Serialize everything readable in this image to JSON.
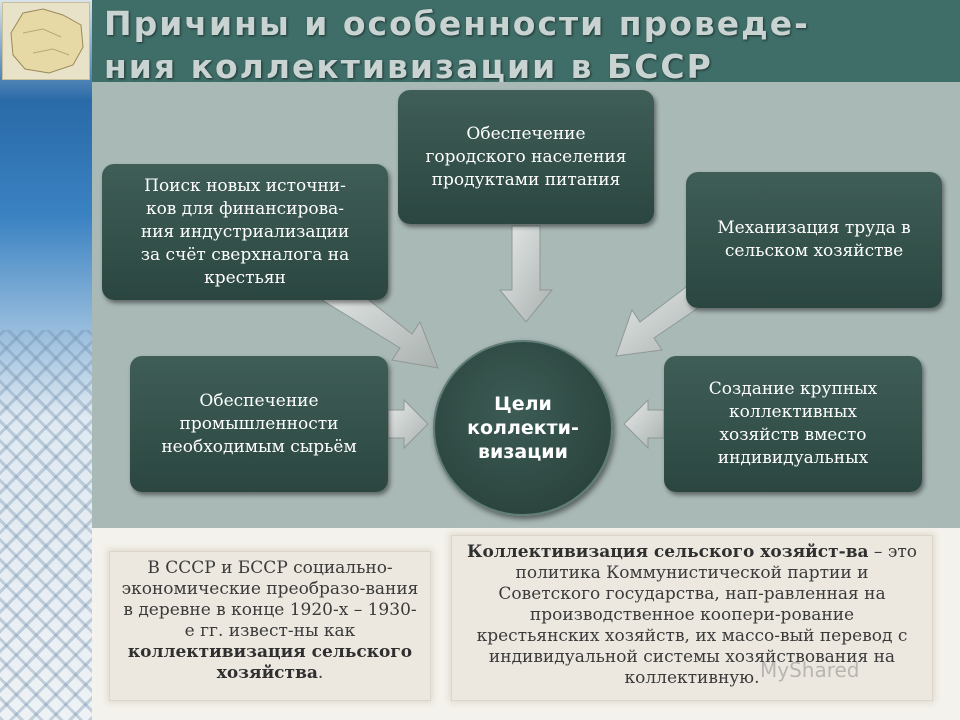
{
  "title": {
    "line1": "Причины и особенности проведе-",
    "line2": "ния коллективизации в БССР"
  },
  "diagram": {
    "center": "Цели\nколлекти-\nвизации",
    "top": "Обеспечение\nгородского населения\nпродуктами питания",
    "top_left": "Поиск новых источни-\nков для финансирова-\nния индустриализации\nза счёт сверхналога на\nкрестьян",
    "top_right": "Механизация труда в\nсельском хозяйстве",
    "mid_left": "Обеспечение\nпромышленности\nнеобходимым сырьём",
    "mid_right": "Создание крупных\nколлективных\nхозяйств вместо\nиндивидуальных"
  },
  "note_left": {
    "text_a": "В СССР и БССР социально-экономические преобразо-вания в деревне в конце 1920-х – 1930-е гг. извест-ны как ",
    "bold": "коллективизация сельского хозяйства",
    "end": "."
  },
  "note_right": {
    "bold": "Коллективизация сельского хозяйст-ва",
    "text": " – это политика Коммунистической партии и Советского государства, нап-равленная на производственное коопери-рование крестьянских хозяйств, их массо-вый перевод с индивидуальной системы хозяйствования на коллективную."
  },
  "watermark": "MyShared",
  "colors": {
    "header_bg": "#3f6d68",
    "panel_bg": "#a9b9b6",
    "box_bg": "#2f4b45",
    "arrow": "#c9cfcd"
  }
}
